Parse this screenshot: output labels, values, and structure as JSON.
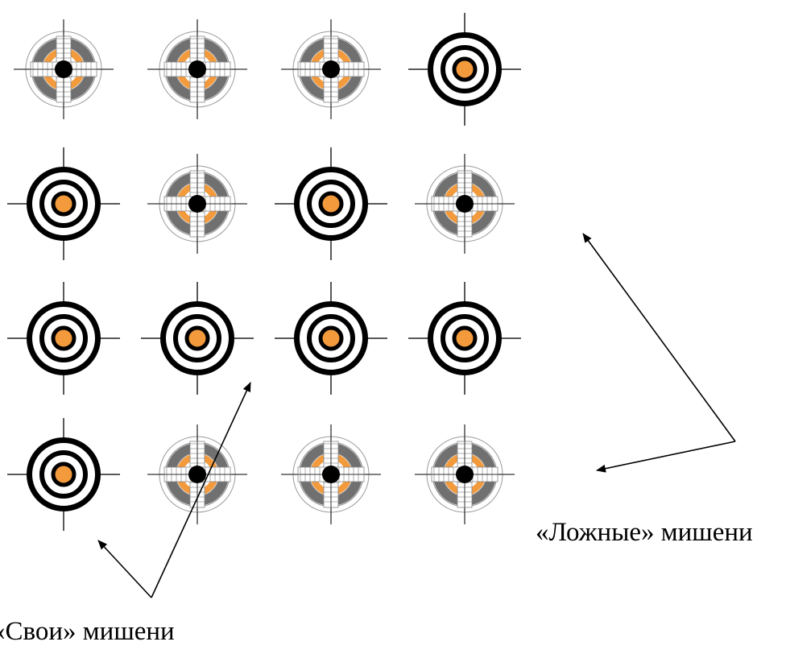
{
  "colors": {
    "orange": "#f29a3c",
    "gray": "#707070",
    "black": "#000000",
    "white": "#ffffff"
  },
  "target_types": {
    "F": "false-target-icon",
    "O": "own-target-icon"
  },
  "grid": [
    [
      "F",
      "F",
      "F",
      "O"
    ],
    [
      "O",
      "F",
      "O",
      "F"
    ],
    [
      "O",
      "O",
      "O",
      "O"
    ],
    [
      "O",
      "F",
      "F",
      "F"
    ]
  ],
  "labels": {
    "false_targets": "«Ложные» мишени",
    "own_targets": "«Свои» мишени"
  }
}
